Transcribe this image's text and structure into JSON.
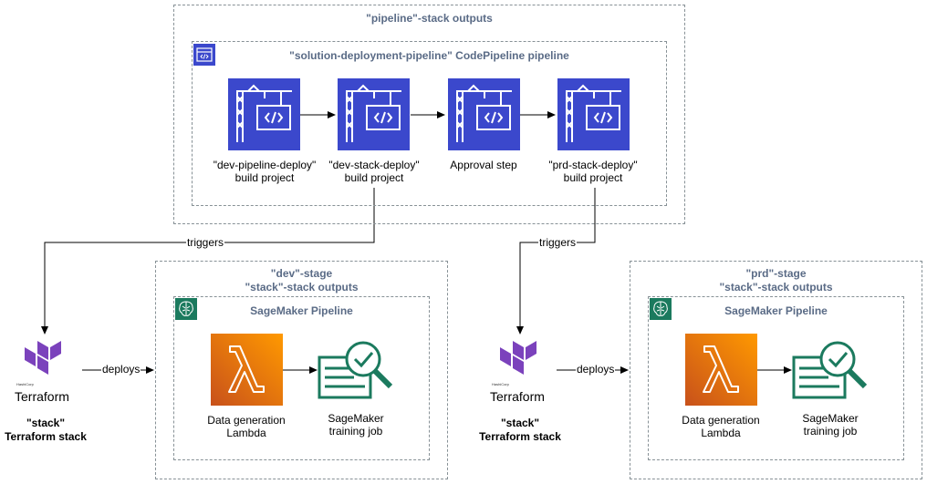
{
  "pipeline_group": {
    "title": "\"pipeline\"-stack outputs"
  },
  "codepipeline": {
    "title": "\"solution-deployment-pipeline\" CodePipeline pipeline",
    "icon": "codepipeline-icon",
    "steps": [
      {
        "line1": "\"dev-pipeline-deploy\"",
        "line2": "build project",
        "icon": "codebuild-icon"
      },
      {
        "line1": "\"dev-stack-deploy\"",
        "line2": "build project",
        "icon": "codebuild-icon"
      },
      {
        "line1": "Approval step",
        "line2": "",
        "icon": "codebuild-icon"
      },
      {
        "line1": "\"prd-stack-deploy\"",
        "line2": "build project",
        "icon": "codebuild-icon"
      }
    ]
  },
  "edges": {
    "triggers": "triggers",
    "deploys": "deploys"
  },
  "terraform": {
    "logo_text": "Terraform",
    "logo_subtext": "HashiCorp",
    "label_line1": "\"stack\"",
    "label_line2": "Terraform stack"
  },
  "stages": [
    {
      "title_line1": "\"dev\"-stage",
      "title_line2": "\"stack\"-stack outputs",
      "sagemaker_title": "SageMaker Pipeline",
      "lambda_line1": "Data generation",
      "lambda_line2": "Lambda",
      "training_line1": "SageMaker",
      "training_line2": "training job"
    },
    {
      "title_line1": "\"prd\"-stage",
      "title_line2": "\"stack\"-stack outputs",
      "sagemaker_title": "SageMaker Pipeline",
      "lambda_line1": "Data generation",
      "lambda_line2": "Lambda",
      "training_line1": "SageMaker",
      "training_line2": "training job"
    }
  ],
  "colors": {
    "codebuild": "#3B48CC",
    "lambda": "#E7711B",
    "sagemaker": "#1B7A5E",
    "terraform": "#7B42BC",
    "group_title": "#5A6B86"
  }
}
